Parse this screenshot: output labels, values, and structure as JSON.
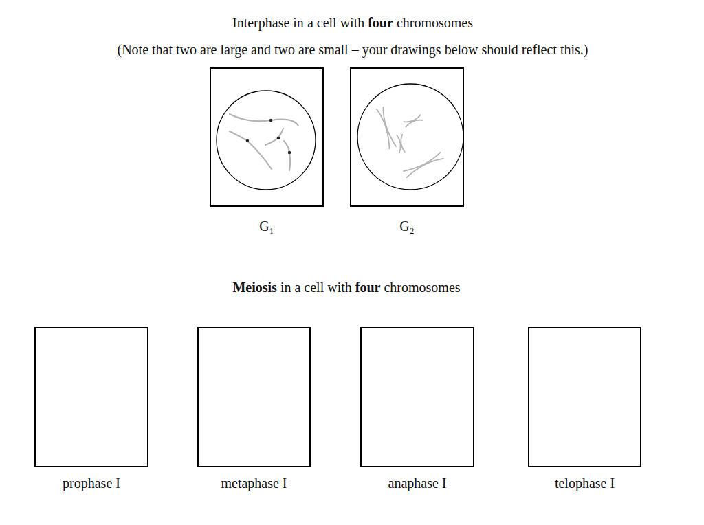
{
  "diagram": {
    "title": "Interphase in a cell with four chromosomes",
    "nodes": [
      {
        "text": [
          "G₁"
        ]
      },
      {
        "text": [
          "G₂"
        ]
      },
      {
        "text": [
          "prophase I"
        ]
      },
      {
        "text": [
          "metaphase I"
        ]
      },
      {
        "text": [
          "anaphase I"
        ]
      },
      {
        "text": [
          "telophase I"
        ]
      }
    ],
    "labels": [
      "(Note that two are large and two are small – your drawings below should reflect this.)",
      "Meiosis in a cell with four chromosomes"
    ]
  }
}
